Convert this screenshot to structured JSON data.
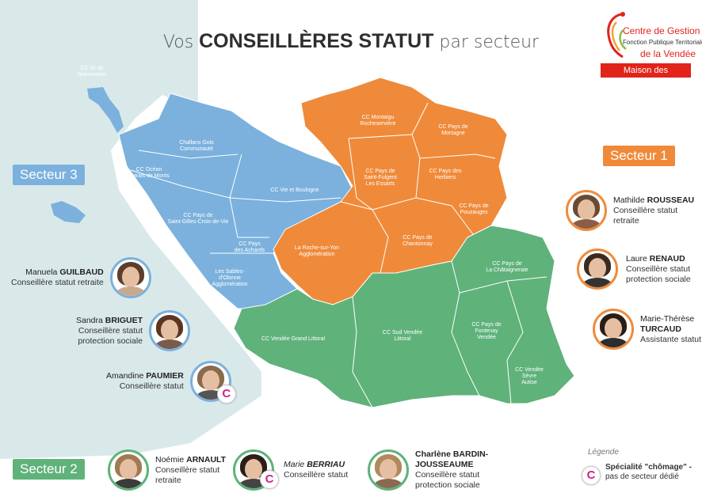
{
  "title": {
    "prefix": "Vos",
    "bold": "CONSEILLÈRES STATUT",
    "suffix": "par secteur"
  },
  "logo": {
    "line1": "Centre de Gestion",
    "line2": "Fonction Publique Territoriale",
    "line3": "de la Vendée",
    "banner": "Maison des Communes"
  },
  "sectors": {
    "s1": "Secteur 1",
    "s2": "Secteur 2",
    "s3": "Secteur 3"
  },
  "colors": {
    "sector1": "#ef8a3a",
    "sector2": "#5fb27a",
    "sector3": "#7bb1dc",
    "sea": "#d9e9ea",
    "chomage": "#d2218b"
  },
  "regions": {
    "noirmoutier": "CC Ile de\nNoirmoutier",
    "challans": "Challans Gois\nCommunauté",
    "ocean": "CC Océan\nMarais de Monts",
    "vie": "CC Vie et Boulogne",
    "stgilles": "CC Pays de\nSaint-Gilles-Croix-de-Vie",
    "achards": "CC Pays\ndes Achards",
    "sables": "Les Sables-\nd'Olonne\nAgglomération",
    "montaigu": "CC Montaigu\nRocheservière",
    "mortagne": "CC Pays de\nMortagne",
    "fulgent": "CC Pays de\nSaint-Fulgent\nLes Essarts",
    "herbiers": "CC Pays des\nHerbiers",
    "pouzauges": "CC Pays de\nPouzauges",
    "roche": "La Roche-sur-Yon\nAgglomération",
    "chantonnay": "CC Pays de\nChantonnay",
    "chataigneraie": "CC Pays de\nLa Châtaigneraie",
    "grandlittoral": "CC Vendée Grand Littoral",
    "sudvendee": "CC Sud Vendée\nLittoral",
    "fontenay": "CC Pays de\nFontenay\nVendée",
    "sevre": "CC Vendée\nSèvre\nAutise"
  },
  "people": {
    "rousseau": {
      "first": "Mathilde",
      "last": "ROUSSEAU",
      "role": "Conseillère statut retraite"
    },
    "renaud": {
      "first": "Laure",
      "last": "RENAUD",
      "role1": "Conseillère statut",
      "role2": "protection sociale"
    },
    "turcaud": {
      "first": "Marie-Thérèse",
      "last": "TURCAUD",
      "role": "Assistante statut"
    },
    "guilbaud": {
      "first": "Manuela",
      "last": "GUILBAUD",
      "role": "Conseillère statut retraite"
    },
    "briguet": {
      "first": "Sandra",
      "last": "BRIGUET",
      "role1": "Conseillère statut",
      "role2": "protection sociale"
    },
    "paumier": {
      "first": "Amandine",
      "last": "PAUMIER",
      "role": "Conseillère statut"
    },
    "arnault": {
      "first": "Noémie",
      "last": "ARNAULT",
      "role1": "Conseillère statut",
      "role2": "retraite"
    },
    "berriau": {
      "first": "Marie",
      "last": "BERRIAU",
      "role": "Conseillère statut"
    },
    "bardin": {
      "line1": "Charlène BARDIN-",
      "line2": "JOUSSEAUME",
      "role1": "Conseillère statut",
      "role2": "protection sociale"
    }
  },
  "c_mark": "C",
  "legend": {
    "title": "Légende",
    "line1": "Spécialité \"chômage\" -",
    "line2": "pas de secteur dédié"
  }
}
